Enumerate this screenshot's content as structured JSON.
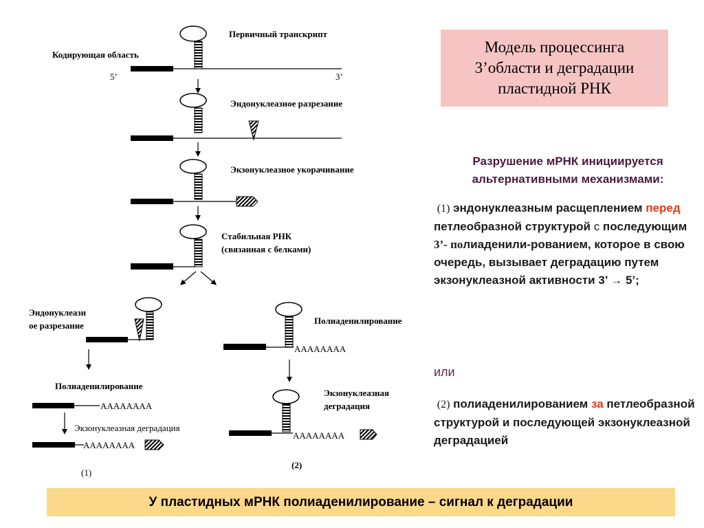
{
  "title": {
    "line1": "Модель процессинга",
    "line2": "3’области и деградации",
    "line3": "пластидной РНК"
  },
  "diagram": {
    "primary_transcript": "Первичный транскрипт",
    "coding_region": "Кодирующая область",
    "five_prime": "5’",
    "three_prime": "3’",
    "endo_cleavage": "Эндонуклеазное разрезание",
    "exo_shortening": "Экзонуклеазное укорачивание",
    "stable_rna_line1": "Стабильная РНК",
    "stable_rna_line2": "(связанная с белками)",
    "left_endo_line1": "Эндонуклеазн",
    "left_endo_line2": "ое разрезание",
    "polyadenylation": "Полиаденилирование",
    "polyA": "AAAAAAAA",
    "exo_degradation": "Экзонуклеазная деградация",
    "exo_deg_line1": "Экзонуклеазная",
    "exo_deg_line2": "деградация",
    "path1_label": "(1)",
    "path2_label": "(2)"
  },
  "text_panel": {
    "intro_line1": "Разрушение мРНК инициируется",
    "intro_line2": "альтернативными механизмами:",
    "m1_num": "(1)",
    "m1_a": "эндонуклеазным расщеплением",
    "m1_red": "перед",
    "m1_b": "петлеобразной структурой",
    "m1_c": "с",
    "m1_d": "последующим",
    "m1_e": "3’- по",
    "m1_f": "лиаденили-рованием, которое в свою очередь, вызывает деградацию путем экзонуклеазной активности 3’ → 5’;",
    "or": "или",
    "m2_num": "(2)",
    "m2_a": "полиаденилированием",
    "m2_red": "за",
    "m2_b": "петлеобразной структурой и последующей экзонуклеазной деградацией"
  },
  "banner": "У пластидных мРНК полиаденилирование – сигнал к деградации",
  "colors": {
    "title_bg": "#f7c4c4",
    "banner_bg": "#fbd88a",
    "highlight": "#e0391a",
    "intro_text": "#4a1a3d",
    "or_text": "#6a1f4e"
  }
}
